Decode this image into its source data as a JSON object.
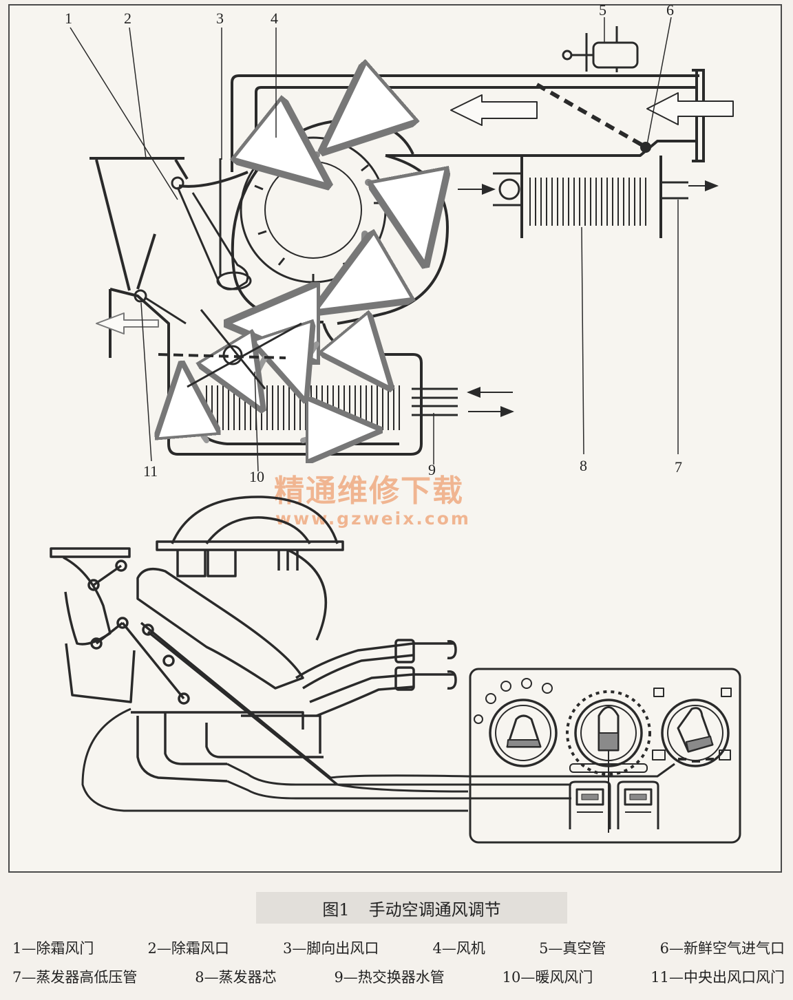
{
  "diagram": {
    "part_numbers": [
      "1",
      "2",
      "3",
      "4",
      "5",
      "6",
      "7",
      "8",
      "9",
      "10",
      "11"
    ],
    "watermark": {
      "cn": "精通维修下载",
      "url": "www.gzweix.com"
    }
  },
  "caption": {
    "fig_no": "图1",
    "title": "手动空调通风调节"
  },
  "legend": {
    "row1": [
      "1—除霜风门",
      "2—除霜风口",
      "3—脚向出风口",
      "4—风机",
      "5—真空管",
      "6—新鲜空气进气口"
    ],
    "row2": [
      "7—蒸发器高低压管",
      "8—蒸发器芯",
      "9—热交换器水管",
      "10—暖风风门",
      "11—中央出风口风门"
    ]
  },
  "colors": {
    "line": "#2a2a2a",
    "frame": "#4a4a4a",
    "watermark": "#f0b591",
    "caption_bg": "#e2dfda",
    "knob_fill": "#8a8a8a"
  }
}
